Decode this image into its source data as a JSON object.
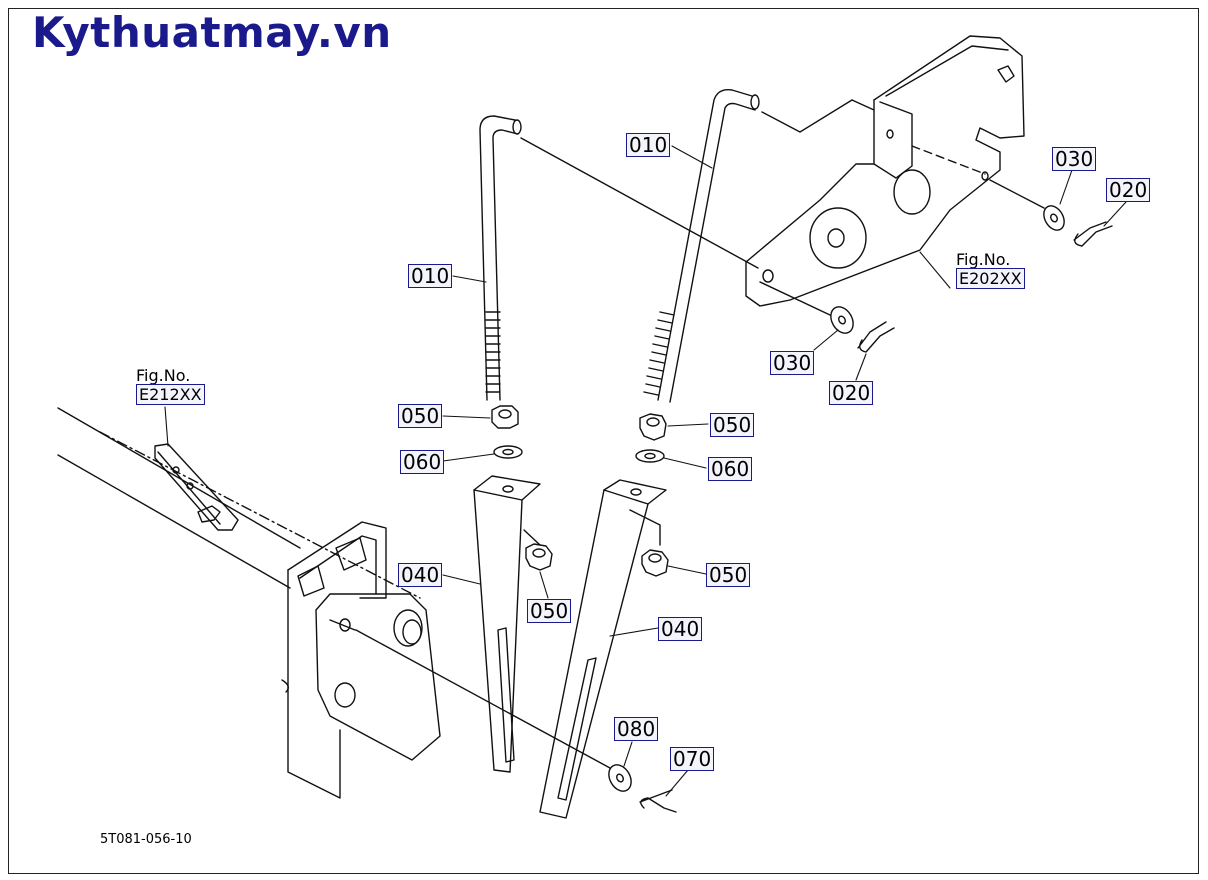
{
  "brand": {
    "text": "Kythuatmay.vn",
    "color": "#1a1a8c"
  },
  "callouts": {
    "p010_left": "010",
    "p010_right": "010",
    "p030_right": "030",
    "p020_right": "020",
    "p030_mid": "030",
    "p020_mid": "020",
    "p050_left_top": "050",
    "p060_left": "060",
    "p050_right_top": "050",
    "p060_right": "060",
    "p040_left": "040",
    "p050_left_low": "050",
    "p050_right_low": "050",
    "p040_right": "040",
    "p080": "080",
    "p070": "070"
  },
  "figrefs": {
    "left": {
      "title": "Fig.No.",
      "code": "E212XX"
    },
    "right": {
      "title": "Fig.No.",
      "code": "E202XX"
    }
  },
  "footer": {
    "code": "5T081-056-10"
  },
  "colors": {
    "line": "#111111",
    "label_border": "#1a1a8c",
    "label_bg": "#f4f4fc"
  }
}
